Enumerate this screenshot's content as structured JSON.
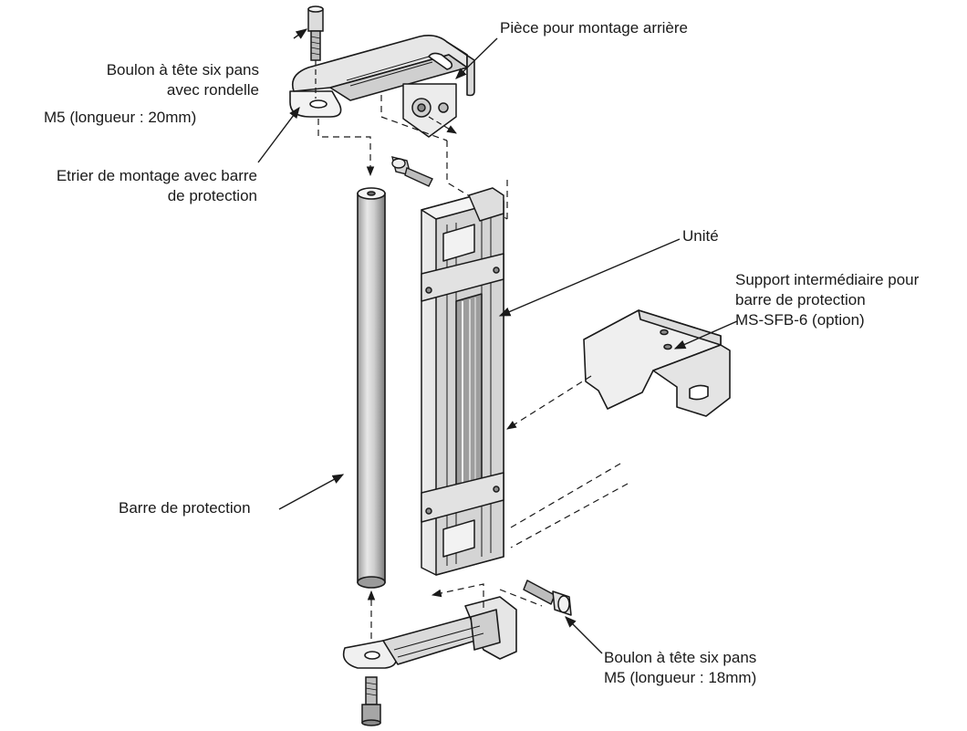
{
  "labels": {
    "top_bolt": {
      "line1": "Boulon à tête six pans",
      "line2": "avec rondelle",
      "line3": "M5 (longueur : 20mm)"
    },
    "rear_mount": {
      "line1": "Pièce pour montage arrière"
    },
    "bracket": {
      "line1": "Etrier de montage avec barre",
      "line2": "de protection"
    },
    "unit": {
      "line1": "Unité"
    },
    "intermediate_support": {
      "line1": "Support intermédiaire pour",
      "line2": "barre de protection",
      "line3": "MS-SFB-6 (option)"
    },
    "protection_bar": {
      "line1": "Barre de protection"
    },
    "bottom_bolt": {
      "line1": "Boulon à tête six pans",
      "line2": "M5 (longueur : 18mm)"
    }
  },
  "colors": {
    "line": "#1a1a1a",
    "metal_light": "#f2f2f2",
    "metal_mid": "#c8c8c8",
    "metal_dark": "#8a8a8a"
  }
}
